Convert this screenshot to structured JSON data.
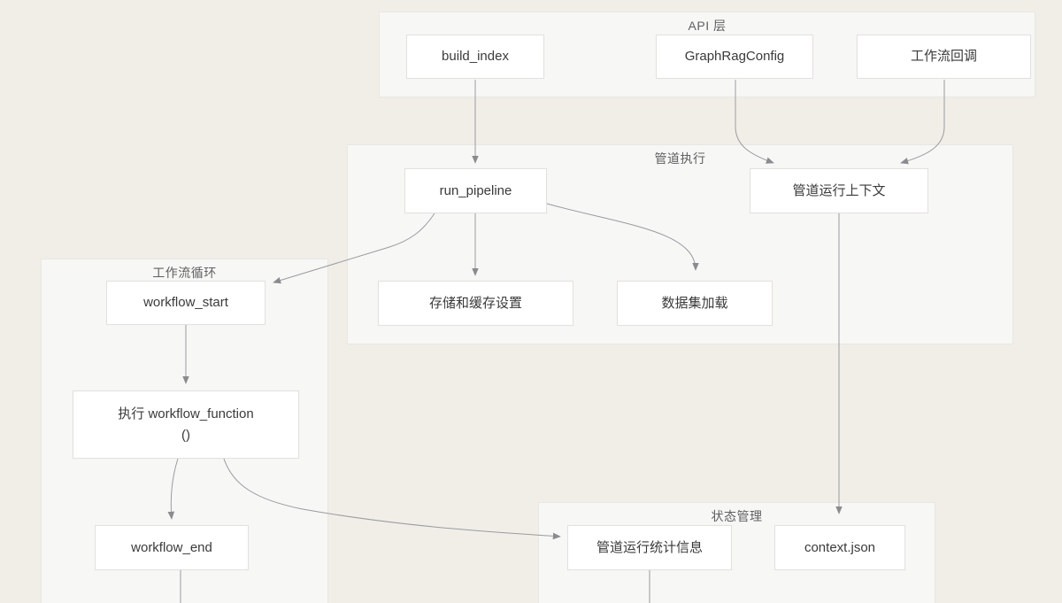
{
  "diagram": {
    "groups": {
      "api_layer": {
        "title": "API 层"
      },
      "pipeline_exec": {
        "title": "管道执行"
      },
      "workflow_loop": {
        "title": "工作流循环"
      },
      "state_mgmt": {
        "title": "状态管理"
      }
    },
    "nodes": {
      "build_index": {
        "label": "build_index"
      },
      "graphrag_config": {
        "label": "GraphRagConfig"
      },
      "workflow_callback": {
        "label": "工作流回调"
      },
      "run_pipeline": {
        "label": "run_pipeline"
      },
      "pipeline_context": {
        "label": "管道运行上下文"
      },
      "storage_cache": {
        "label": "存储和缓存设置"
      },
      "dataset_load": {
        "label": "数据集加载"
      },
      "workflow_start": {
        "label": "workflow_start"
      },
      "exec_workflow_function": {
        "label": "执行 workflow_function ()",
        "lines": [
          "执行 workflow_function",
          "()"
        ]
      },
      "workflow_end": {
        "label": "workflow_end"
      },
      "pipeline_stats": {
        "label": "管道运行统计信息"
      },
      "context_json": {
        "label": "context.json"
      }
    },
    "edges": [
      {
        "from": "build_index",
        "to": "run_pipeline"
      },
      {
        "from": "graphrag_config",
        "to": "pipeline_context"
      },
      {
        "from": "workflow_callback",
        "to": "pipeline_context"
      },
      {
        "from": "run_pipeline",
        "to": "storage_cache"
      },
      {
        "from": "run_pipeline",
        "to": "dataset_load"
      },
      {
        "from": "run_pipeline",
        "to": "workflow_start"
      },
      {
        "from": "workflow_start",
        "to": "exec_workflow_function"
      },
      {
        "from": "exec_workflow_function",
        "to": "workflow_end"
      },
      {
        "from": "exec_workflow_function",
        "to": "pipeline_stats"
      },
      {
        "from": "pipeline_context",
        "to": "context_json"
      },
      {
        "from": "workflow_end",
        "to": "(below viewport)"
      },
      {
        "from": "pipeline_stats",
        "to": "(below viewport)"
      }
    ],
    "colors": {
      "page_background": "#f1eee8",
      "group_fill": "#f7f7f6",
      "group_border": "#e8e7e3",
      "node_fill": "#ffffff",
      "node_border": "#e2e1dd",
      "node_text": "#3a3a3a",
      "title_text": "#606060",
      "arrow": "#9b9b9f"
    }
  }
}
